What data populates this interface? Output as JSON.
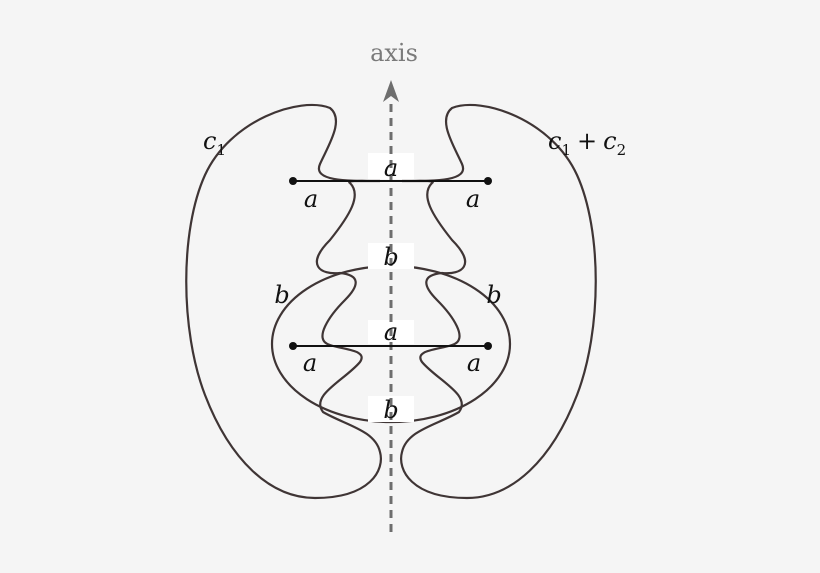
{
  "diagram": {
    "axis_label": "axis",
    "curve_left_label": "c",
    "curve_left_sub": "1",
    "curve_right_label_a": "c",
    "curve_right_sub_a": "1",
    "curve_right_plus": "+",
    "curve_right_label_b": "c",
    "curve_right_sub_b": "2",
    "segment_labels": {
      "top_center": "a",
      "top_left": "a",
      "top_right": "a",
      "mid_center": "a",
      "mid_left": "a",
      "mid_right": "a"
    },
    "b_labels": {
      "upper_center": "b",
      "lower_center": "b",
      "ellipse_left": "b",
      "ellipse_right": "b"
    },
    "colors": {
      "curve": "#3f3535",
      "axis": "#6e6e6e",
      "background": "#f5f5f5"
    }
  }
}
